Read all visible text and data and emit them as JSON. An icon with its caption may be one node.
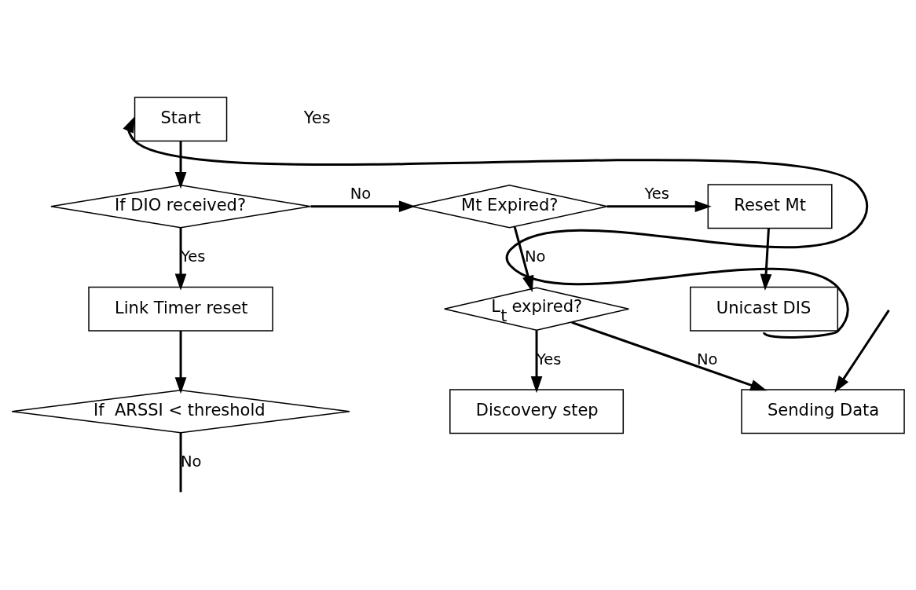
{
  "diagram": {
    "nodes": [
      {
        "text": [
          "Start"
        ]
      },
      {
        "text": [
          "If DIO received?"
        ]
      },
      {
        "text": [
          "Mt Expired?"
        ]
      },
      {
        "text": [
          "Reset Mt"
        ]
      },
      {
        "text": [
          "Unicast DIS"
        ]
      },
      {
        "text": [
          "L$_{t}$ expired?"
        ]
      },
      {
        "text": [
          "Link Timer reset"
        ]
      },
      {
        "text": [
          "If  ARSSI < threshold"
        ]
      },
      {
        "text": [
          "Sending Data"
        ]
      },
      {
        "text": [
          "Discovery step"
        ]
      }
    ],
    "edges": [
      {
        "from": 0,
        "to": 1,
        "arrow": "to"
      },
      {
        "from": 1,
        "to": 2,
        "arrow": "to",
        "label": "No"
      },
      {
        "from": 1,
        "to": 6,
        "arrow": "to",
        "label": "Yes"
      },
      {
        "from": 2,
        "to": 3,
        "arrow": "to",
        "label": "Yes"
      },
      {
        "from": 2,
        "to": 5,
        "arrow": "to",
        "label": "No"
      },
      {
        "from": 3,
        "to": 4,
        "arrow": "to"
      },
      {
        "from": 4,
        "to": 0,
        "arrow": "to"
      },
      {
        "from": 5,
        "to": 8,
        "arrow": "to",
        "label": "No"
      },
      {
        "from": 5,
        "to": 9,
        "arrow": "to",
        "label": "Yes"
      },
      {
        "from": 6,
        "to": 7,
        "arrow": "to"
      },
      {
        "from": 7,
        "to": null,
        "arrow": "none",
        "label": "No"
      },
      {
        "from": null,
        "to": 8,
        "arrow": "to"
      }
    ],
    "labels": [
      "Yes"
    ]
  }
}
